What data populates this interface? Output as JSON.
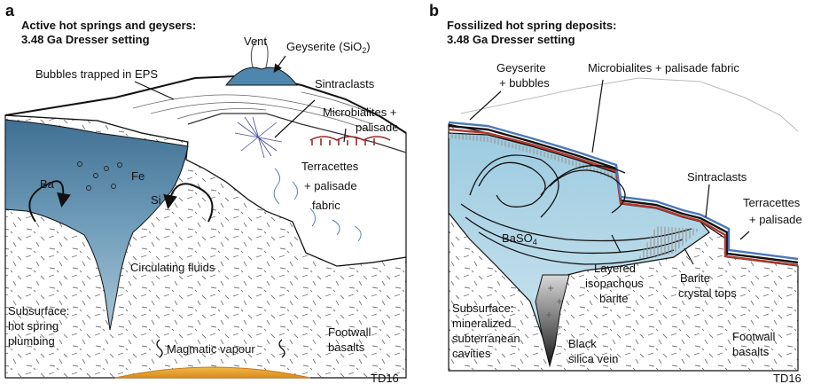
{
  "panel_a": {
    "letter": "a",
    "title_line1": "Active hot springs and geysers:",
    "title_line2": "3.48 Ga Dresser setting",
    "vent": "Vent",
    "geyserite": "Geyserite (SiO",
    "geyserite_sub": "2",
    "geyserite_close": ")",
    "bubbles_eps": "Bubbles trapped in EPS",
    "sintraclasts": "Sintraclasts",
    "microbialites_1": "Microbialites +",
    "microbialites_2": "palisade",
    "terracettes_1": "Terracettes",
    "terracettes_2": "+ palisade",
    "terracettes_3": "fabric",
    "ba": "Ba",
    "fe": "Fe",
    "si": "Si",
    "circulating": "Circulating fluids",
    "subsurface_1": "Subsurface:",
    "subsurface_2": "hot spring",
    "subsurface_3": "plumbing",
    "magmatic": "Magmatic vapour",
    "footwall_1": "Footwall",
    "footwall_2": "basalts",
    "credit": "TD16"
  },
  "panel_b": {
    "letter": "b",
    "title_line1": "Fossilized hot spring deposits:",
    "title_line2": "3.48 Ga Dresser setting",
    "geyserite_1": "Geyserite",
    "geyserite_2": "+ bubbles",
    "microbialites": "Microbialites + palisade fabric",
    "sintraclasts": "Sintraclasts",
    "terracettes_1": "Terracettes",
    "terracettes_2": "+ palisade",
    "baso4": "BaSO",
    "baso4_sub": "4",
    "layered_1": "Layered",
    "layered_2": "isopachous",
    "layered_3": "barite",
    "barite_1": "Barite",
    "barite_2": "crystal tops",
    "subsurface_1": "Subsurface:",
    "subsurface_2": "mineralized",
    "subsurface_3": "subterranean",
    "subsurface_4": "cavities",
    "black_1": "Black",
    "black_2": "silica vein",
    "footwall_1": "Footwall",
    "footwall_2": "basalts",
    "credit": "TD16"
  }
}
